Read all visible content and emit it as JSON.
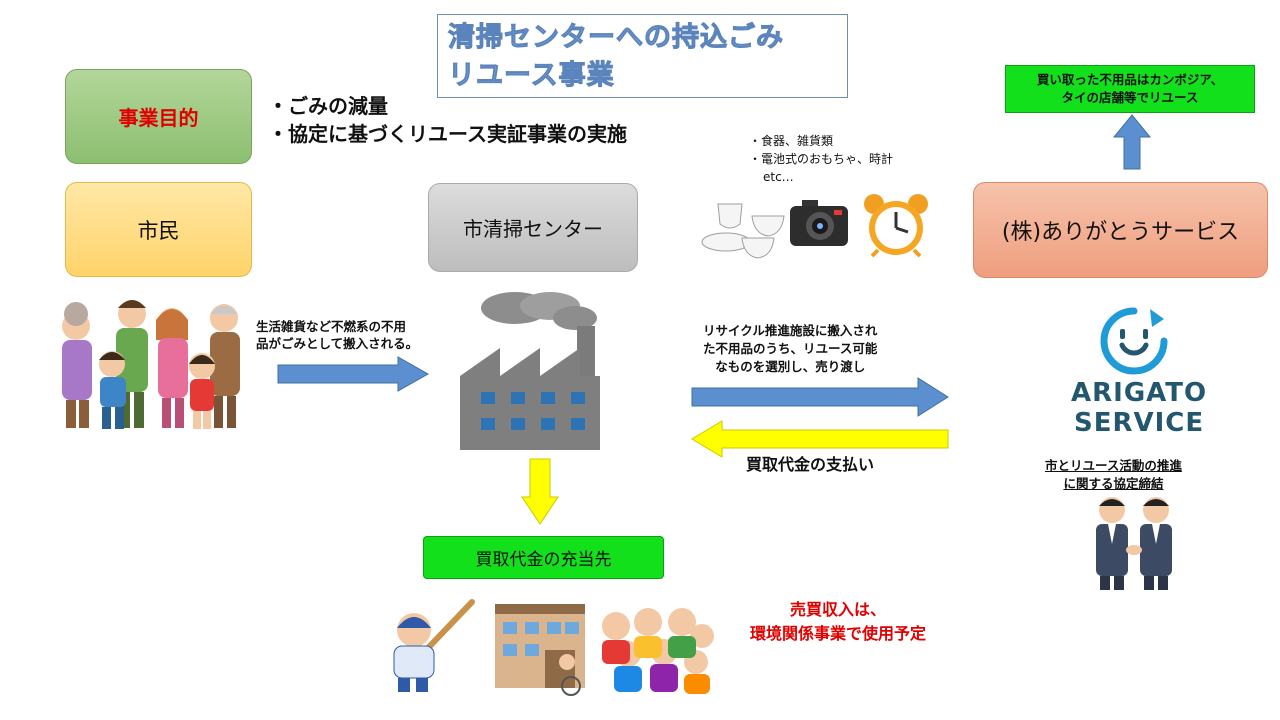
{
  "title": {
    "line1": "清掃センターへの持込ごみ",
    "line2": "リユース事業"
  },
  "purpose": {
    "label": "事業目的",
    "items": [
      "・ごみの減量",
      "・協定に基づくリユース実証事業の実施"
    ]
  },
  "actors": {
    "citizen": "市民",
    "cleaning_center": "市清掃センター",
    "company": "(株)ありがとうサービス"
  },
  "reuse_items": {
    "line1": "・食器、雑貨類",
    "line2": "・電池式のおもちゃ、時計",
    "line3": "etc…"
  },
  "overseas": {
    "line1": "買い取った不用品はカンボジア、",
    "line2": "タイの店舗等でリユース"
  },
  "flows": {
    "citizen_to_center": {
      "line1": "生活雑貨など不燃系の不用",
      "line2": "品がごみとして搬入される。"
    },
    "center_to_company": {
      "line1": "リサイクル推進施設に搬入され",
      "line2": "た不用品のうち、リユース可能",
      "line3": "なものを選別し、売り渡し"
    },
    "payment": "買取代金の支払い"
  },
  "logo": {
    "line1": "ARIGATO",
    "line2": "SERVICE"
  },
  "agreement": {
    "line1": "市とリユース活動の推進",
    "line2": "に関する協定締結"
  },
  "use_of_funds": "買取代金の充当先",
  "income_note": {
    "line1": "売買収入は、",
    "line2": "環境関係事業で使用予定"
  },
  "colors": {
    "blue_arrow": "#5b8fd0",
    "yellow_arrow": "#ffff00",
    "green_box": "#12e01b",
    "alert_red": "#e00000",
    "logo_teal": "#23566f"
  }
}
